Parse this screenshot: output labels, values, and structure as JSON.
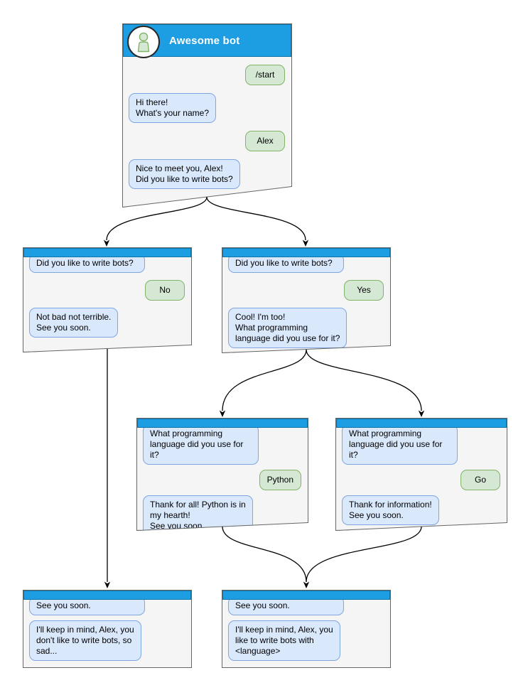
{
  "colors": {
    "header_blue": "#1d9de2",
    "header_border": "#0f74a8",
    "window_bg": "#f5f5f5",
    "window_border": "#666666",
    "bot_bubble_bg": "#dae8fc",
    "bot_bubble_border": "#7ea6e0",
    "user_bubble_bg": "#d5e8d4",
    "user_bubble_border": "#82b366",
    "arrow": "#000000"
  },
  "windows": {
    "start": {
      "title": "Awesome bot",
      "messages": [
        {
          "from": "user",
          "text": "/start"
        },
        {
          "from": "bot",
          "text": "Hi there!\nWhat's your name?"
        },
        {
          "from": "user",
          "text": "Alex"
        },
        {
          "from": "bot",
          "text": "Nice to meet you, Alex!\nDid you like to write bots?"
        }
      ]
    },
    "branch_no": {
      "messages": [
        {
          "from": "bot",
          "text": "Did you like to write bots?"
        },
        {
          "from": "user",
          "text": "No"
        },
        {
          "from": "bot",
          "text": "Not bad not terrible.\nSee you soon."
        }
      ]
    },
    "branch_yes": {
      "messages": [
        {
          "from": "bot",
          "text": "Did you like to write bots?"
        },
        {
          "from": "user",
          "text": "Yes"
        },
        {
          "from": "bot",
          "text": "Cool! I'm too!\nWhat programming\nlanguage did you use for it?"
        }
      ]
    },
    "lang_python": {
      "messages": [
        {
          "from": "bot",
          "text": "What programming\nlanguage did you use for it?"
        },
        {
          "from": "user",
          "text": "Python"
        },
        {
          "from": "bot",
          "text": "Thank for all! Python is in\nmy hearth!\nSee you soon."
        }
      ]
    },
    "lang_go": {
      "messages": [
        {
          "from": "bot",
          "text": "What programming\nlanguage did you use for it?"
        },
        {
          "from": "user",
          "text": "Go"
        },
        {
          "from": "bot",
          "text": "Thank for information!\nSee you soon."
        }
      ]
    },
    "end_no": {
      "messages": [
        {
          "from": "bot",
          "text": "See you soon."
        },
        {
          "from": "bot",
          "text": "I'll keep in mind, Alex, you\ndon't like to write bots, so\nsad..."
        }
      ]
    },
    "end_yes": {
      "messages": [
        {
          "from": "bot",
          "text": "See you soon."
        },
        {
          "from": "bot",
          "text": "I'll keep in mind, Alex, you\nlike to write bots with\n<language>"
        }
      ]
    }
  }
}
